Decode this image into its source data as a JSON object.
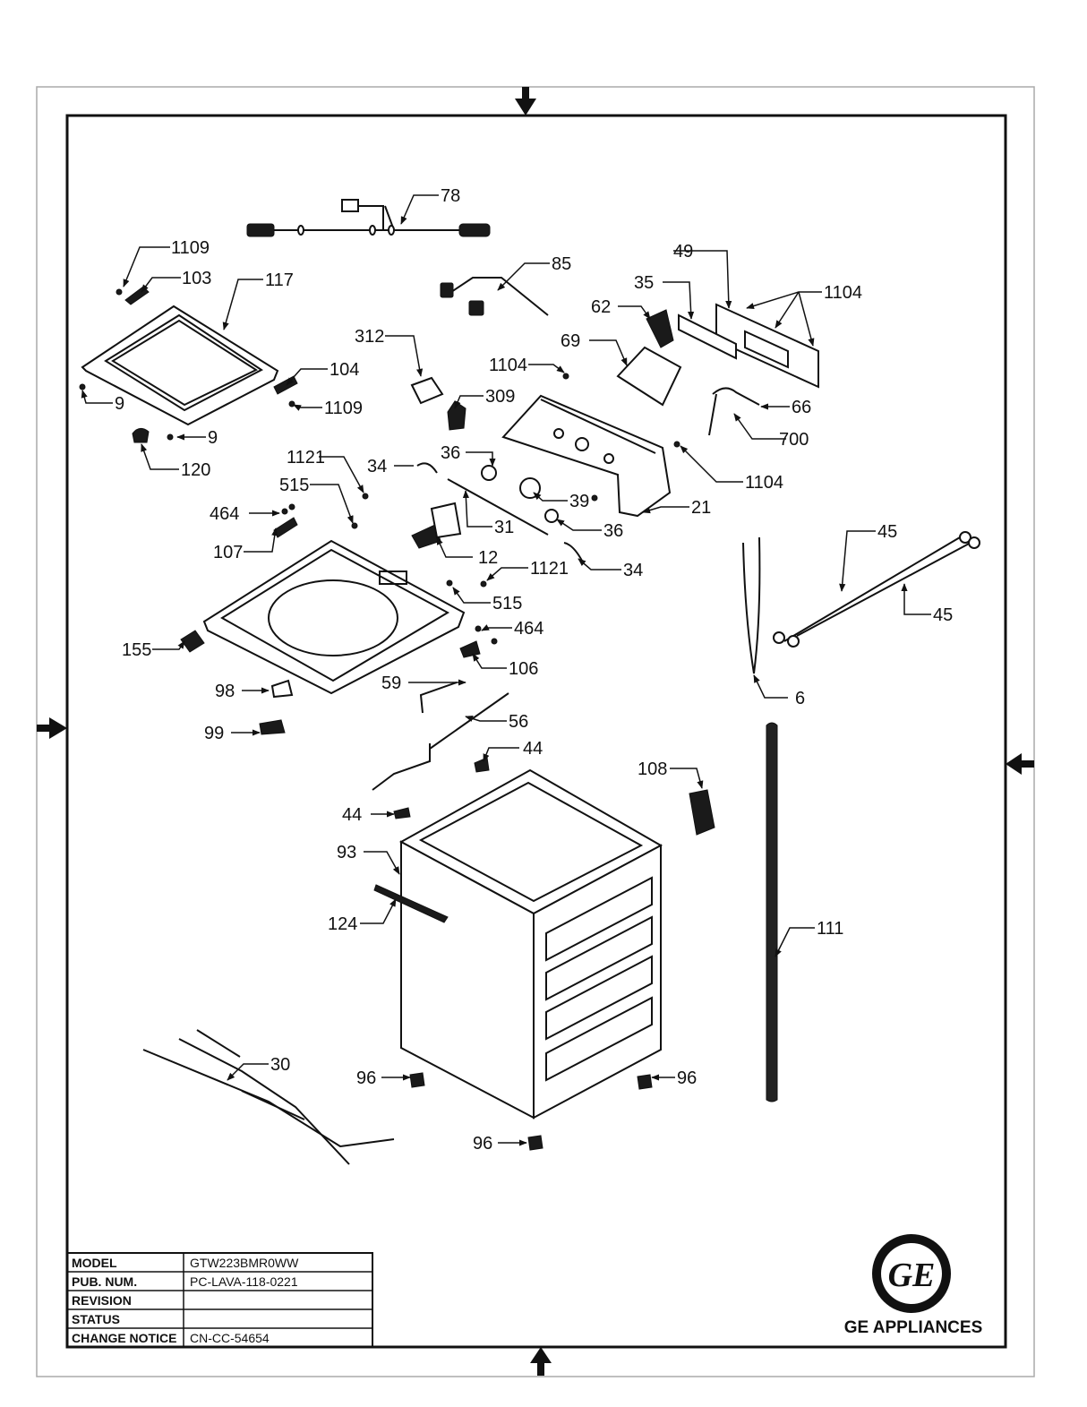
{
  "callouts": [
    "78",
    "1109",
    "103",
    "117",
    "85",
    "49",
    "35",
    "1104",
    "62",
    "312",
    "69",
    "1104",
    "104",
    "309",
    "9",
    "1109",
    "66",
    "9",
    "120",
    "36",
    "700",
    "1121",
    "34",
    "1104",
    "515",
    "39",
    "21",
    "464",
    "31",
    "36",
    "45",
    "107",
    "12",
    "1121",
    "34",
    "45",
    "515",
    "155",
    "464",
    "106",
    "98",
    "59",
    "6",
    "56",
    "99",
    "44",
    "108",
    "44",
    "93",
    "124",
    "111",
    "30",
    "96",
    "96",
    "96"
  ],
  "title_block": {
    "rows": [
      {
        "key": "MODEL",
        "value": "GTW223BMR0WW"
      },
      {
        "key": "PUB. NUM.",
        "value": "PC-LAVA-118-0221"
      },
      {
        "key": "REVISION",
        "value": ""
      },
      {
        "key": "STATUS",
        "value": ""
      },
      {
        "key": "CHANGE NOTICE",
        "value": "CN-CC-54654"
      }
    ]
  },
  "brand": {
    "logo_text": "GE",
    "name": "GE APPLIANCES"
  }
}
